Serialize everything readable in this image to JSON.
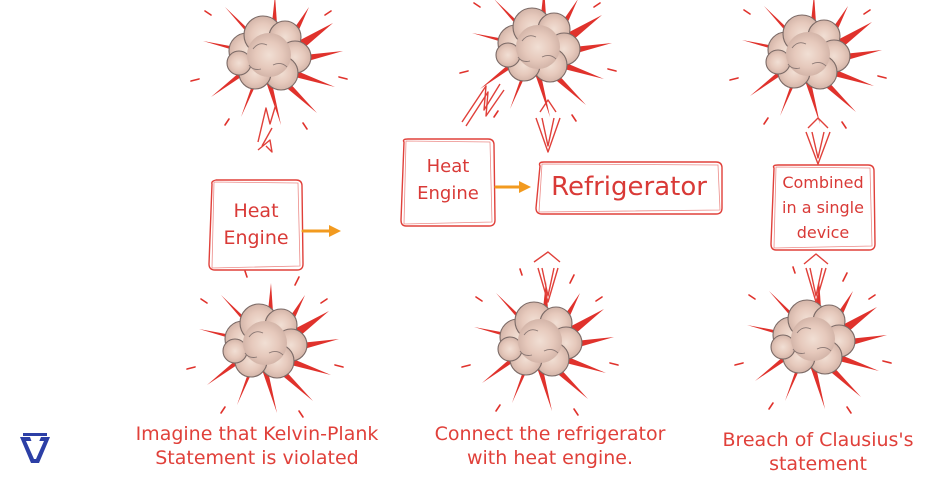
{
  "diagram": {
    "panel_1": {
      "box_lines": [
        "Heat",
        "Engine"
      ],
      "caption_lines": [
        "Imagine that Kelvin-Plank",
        "Statement is violated"
      ]
    },
    "panel_2": {
      "engine_box_lines": [
        "Heat",
        "Engine"
      ],
      "refrigerator_label": "Refrigerator",
      "caption_lines": [
        "Connect the refrigerator",
        "with heat engine."
      ]
    },
    "panel_3": {
      "box_lines": [
        "Combined",
        "in a single",
        "device"
      ],
      "caption_lines": [
        "Breach of Clausius's",
        "statement"
      ]
    }
  },
  "colors": {
    "accent_red": "#e0403a",
    "arrow_orange": "#f29a1f",
    "explosion_cloud": "#e7cdc0",
    "logo_blue": "#2c3fa6"
  },
  "icons": {
    "explosion": "explosion-icon",
    "logo": "brand-logo-icon"
  }
}
